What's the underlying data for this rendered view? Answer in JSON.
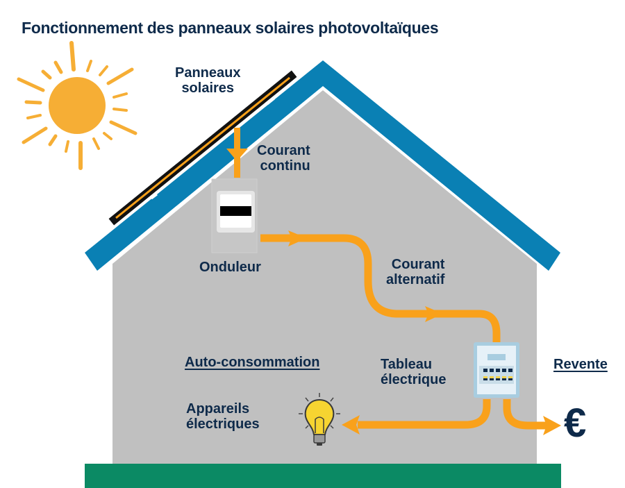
{
  "title": "Fonctionnement des panneaux solaires photovoltaïques",
  "labels": {
    "panels": [
      "Panneaux",
      "solaires"
    ],
    "dc_current": [
      "Courant",
      "continu"
    ],
    "inverter": "Onduleur",
    "ac_current": [
      "Courant",
      "alternatif"
    ],
    "self_consumption": "Auto-consommation",
    "distribution_board": [
      "Tableau",
      "électrique"
    ],
    "resale": "Revente",
    "appliances": [
      "Appareils",
      "électriques"
    ]
  },
  "icons": {
    "sun": "sun-icon",
    "solar_panel": "solar-panel-icon",
    "inverter": "inverter-icon",
    "distribution_board": "electrical-panel-icon",
    "light_bulb": "light-bulb-icon",
    "euro": "€"
  },
  "colors": {
    "title_text": "#0e2a4a",
    "roof": "#0a80b4",
    "wall": "#c0c0c0",
    "ground": "#0b8a64",
    "flow_arrow": "#f9a11b",
    "sun": "#f6ae35"
  },
  "flows": [
    {
      "from": "Panneaux solaires",
      "to": "Onduleur",
      "type": "Courant continu"
    },
    {
      "from": "Onduleur",
      "to": "Tableau électrique",
      "type": "Courant alternatif"
    },
    {
      "from": "Tableau électrique",
      "to": "Appareils électriques",
      "type": "Auto-consommation"
    },
    {
      "from": "Tableau électrique",
      "to": "€",
      "type": "Revente"
    }
  ]
}
